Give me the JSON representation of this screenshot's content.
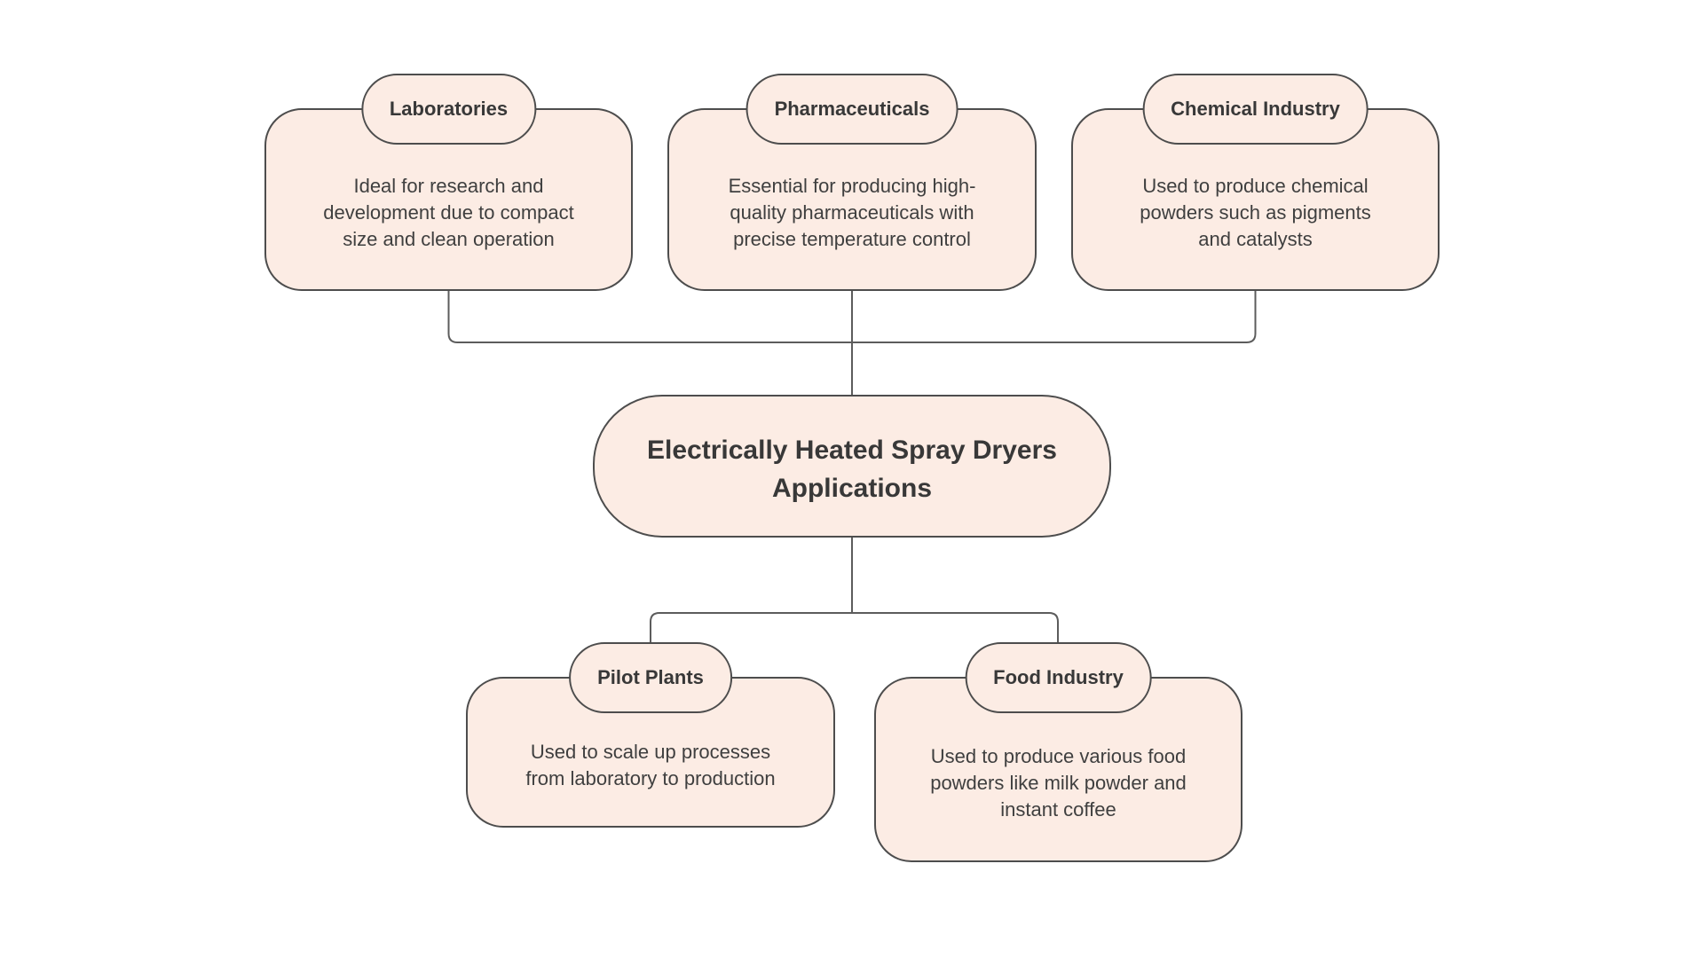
{
  "diagram": {
    "root": {
      "title": "Electrically Heated Spray Dryers\nApplications"
    },
    "nodes": {
      "laboratories": {
        "title": "Laboratories",
        "description": "Ideal for research and\ndevelopment due to compact\nsize and clean operation"
      },
      "pharmaceuticals": {
        "title": "Pharmaceuticals",
        "description": "Essential for producing high-\nquality pharmaceuticals with\nprecise temperature control"
      },
      "chemical_industry": {
        "title": "Chemical Industry",
        "description": "Used to produce chemical\npowders such as pigments\nand catalysts"
      },
      "pilot_plants": {
        "title": "Pilot Plants",
        "description": "Used to scale up processes\nfrom laboratory to production"
      },
      "food_industry": {
        "title": "Food Industry",
        "description": "Used to produce various food\npowders like milk powder and\ninstant coffee"
      }
    }
  },
  "colors": {
    "bg": "#ffffff",
    "node-fill": "#fcece4",
    "node-border": "#4d4d4d",
    "connector": "#5c5c5c",
    "title-text": "#383838",
    "body-text": "#3f3f3f"
  }
}
